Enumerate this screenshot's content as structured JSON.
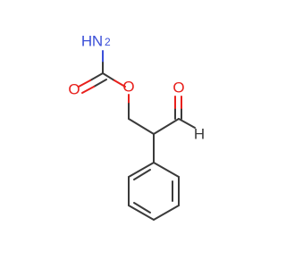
{
  "molecule": {
    "atoms": {
      "nitrogen": "N",
      "hydrogen": "H",
      "h_count": "2",
      "carbonyl_oxygen": "O",
      "ester_oxygen": "O",
      "aldehyde_oxygen": "O",
      "aldehyde_hydrogen": "H"
    },
    "colors": {
      "bond": "#3a3a3a",
      "oxygen": "#e8201c",
      "nitrogen": "#3b4fd8"
    }
  }
}
